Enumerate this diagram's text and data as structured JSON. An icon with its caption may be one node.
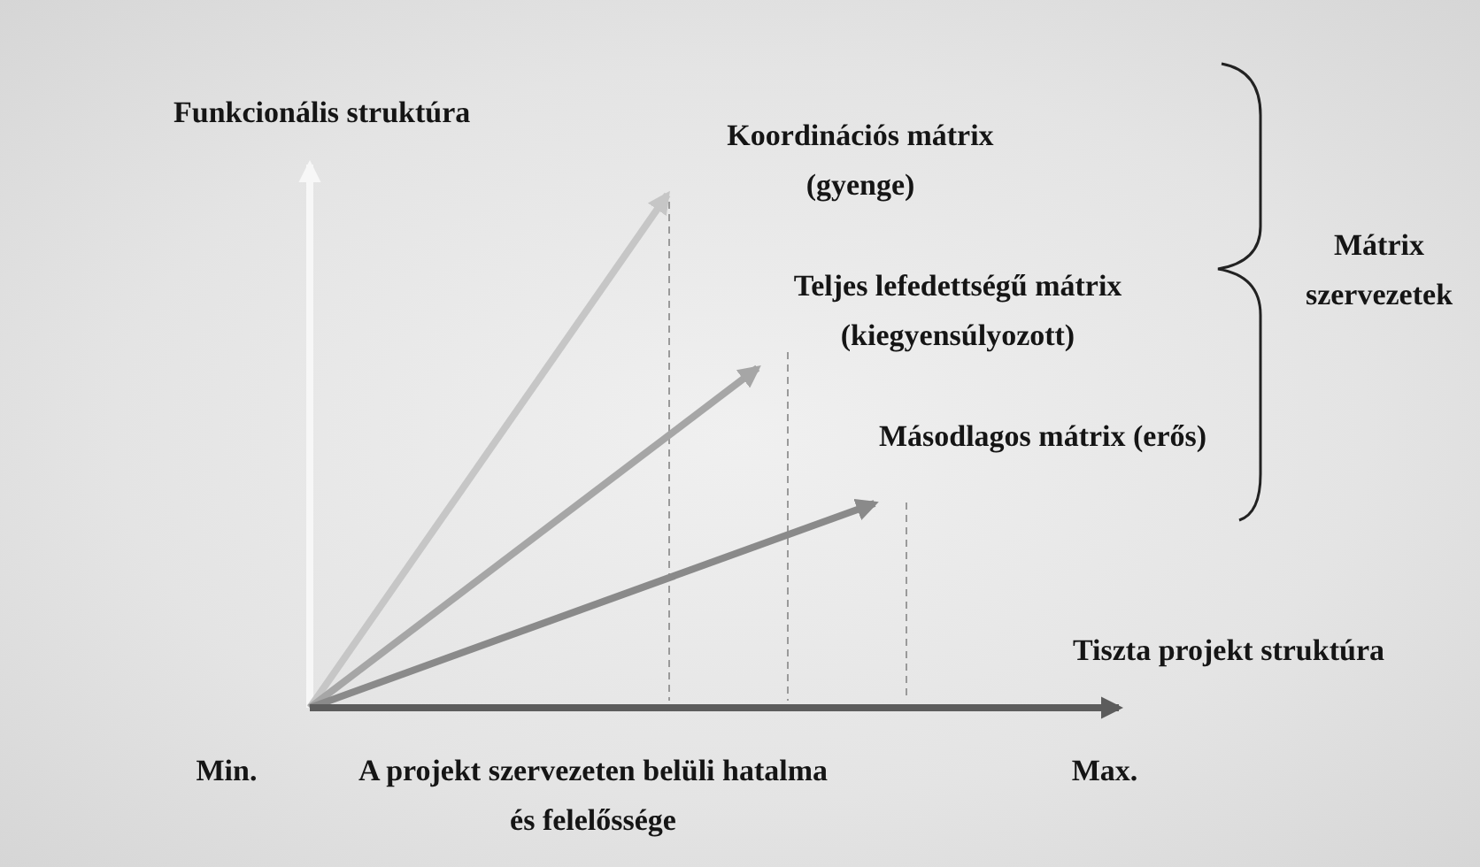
{
  "diagram": {
    "nodes": [
      {
        "text": [
          "Funkcionális struktúra"
        ]
      },
      {
        "text": [
          "Koordinációs mátrix (gyenge)"
        ]
      },
      {
        "text": [
          "Teljes lefedettségű mátrix (kiegyensúlyozott)"
        ]
      },
      {
        "text": [
          "Másodlagos mátrix (erős)"
        ]
      },
      {
        "text": [
          "Tiszta projekt struktúra"
        ]
      }
    ],
    "edges": [
      {
        "from": null,
        "to": 0,
        "arrow": "to",
        "color": "#f7f7f7"
      },
      {
        "from": null,
        "to": 1,
        "arrow": "to",
        "color": "#c6c6c6"
      },
      {
        "from": null,
        "to": 2,
        "arrow": "to",
        "color": "#a6a6a6"
      },
      {
        "from": null,
        "to": 3,
        "arrow": "to",
        "color": "#8a8a8a"
      },
      {
        "from": null,
        "to": 4,
        "arrow": "to",
        "color": "#5c5c5c"
      }
    ],
    "labels": [
      "Mátrix szervezetek",
      "Min.",
      "A projekt szervezeten belüli hatalma és felelőssége",
      "Max."
    ]
  }
}
